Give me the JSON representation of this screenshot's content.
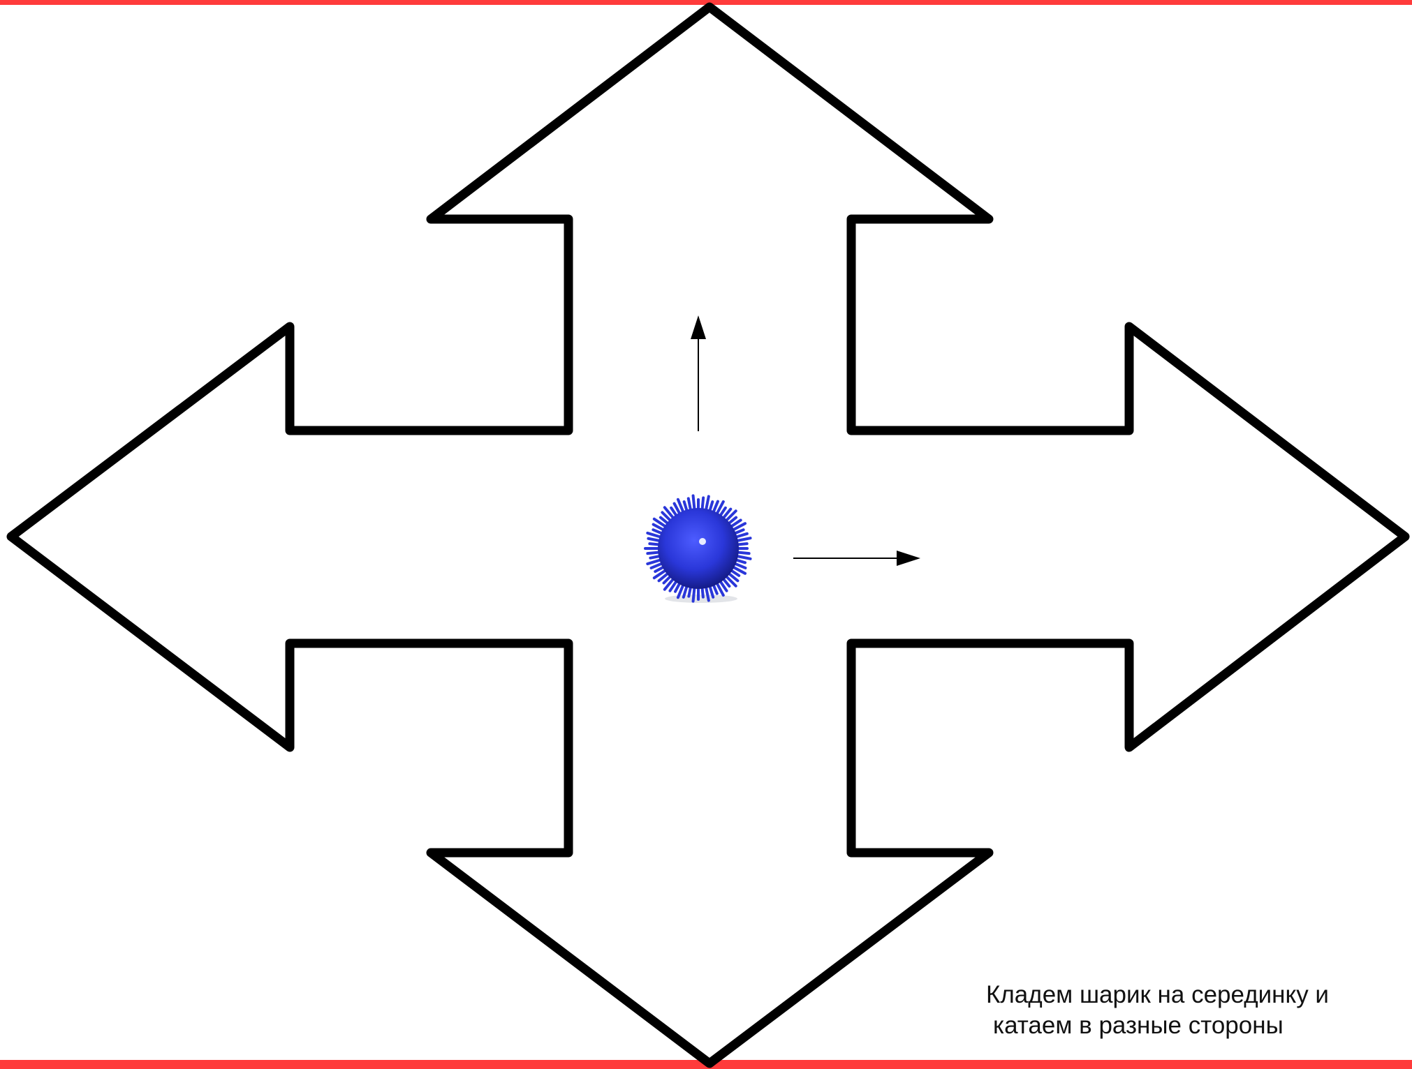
{
  "instruction": {
    "line1": "Кладем шарик на серединку и",
    "line2": "катаем в разные стороны"
  },
  "colors": {
    "frame_border": "#ff3b3b",
    "outline": "#000000",
    "ball": "#2a37d9",
    "background": "#ffffff"
  },
  "figure": {
    "shape": "four-way-arrow-outline",
    "ball": "blue-spiky-massage-ball",
    "direction_hints": [
      "up",
      "right"
    ]
  }
}
